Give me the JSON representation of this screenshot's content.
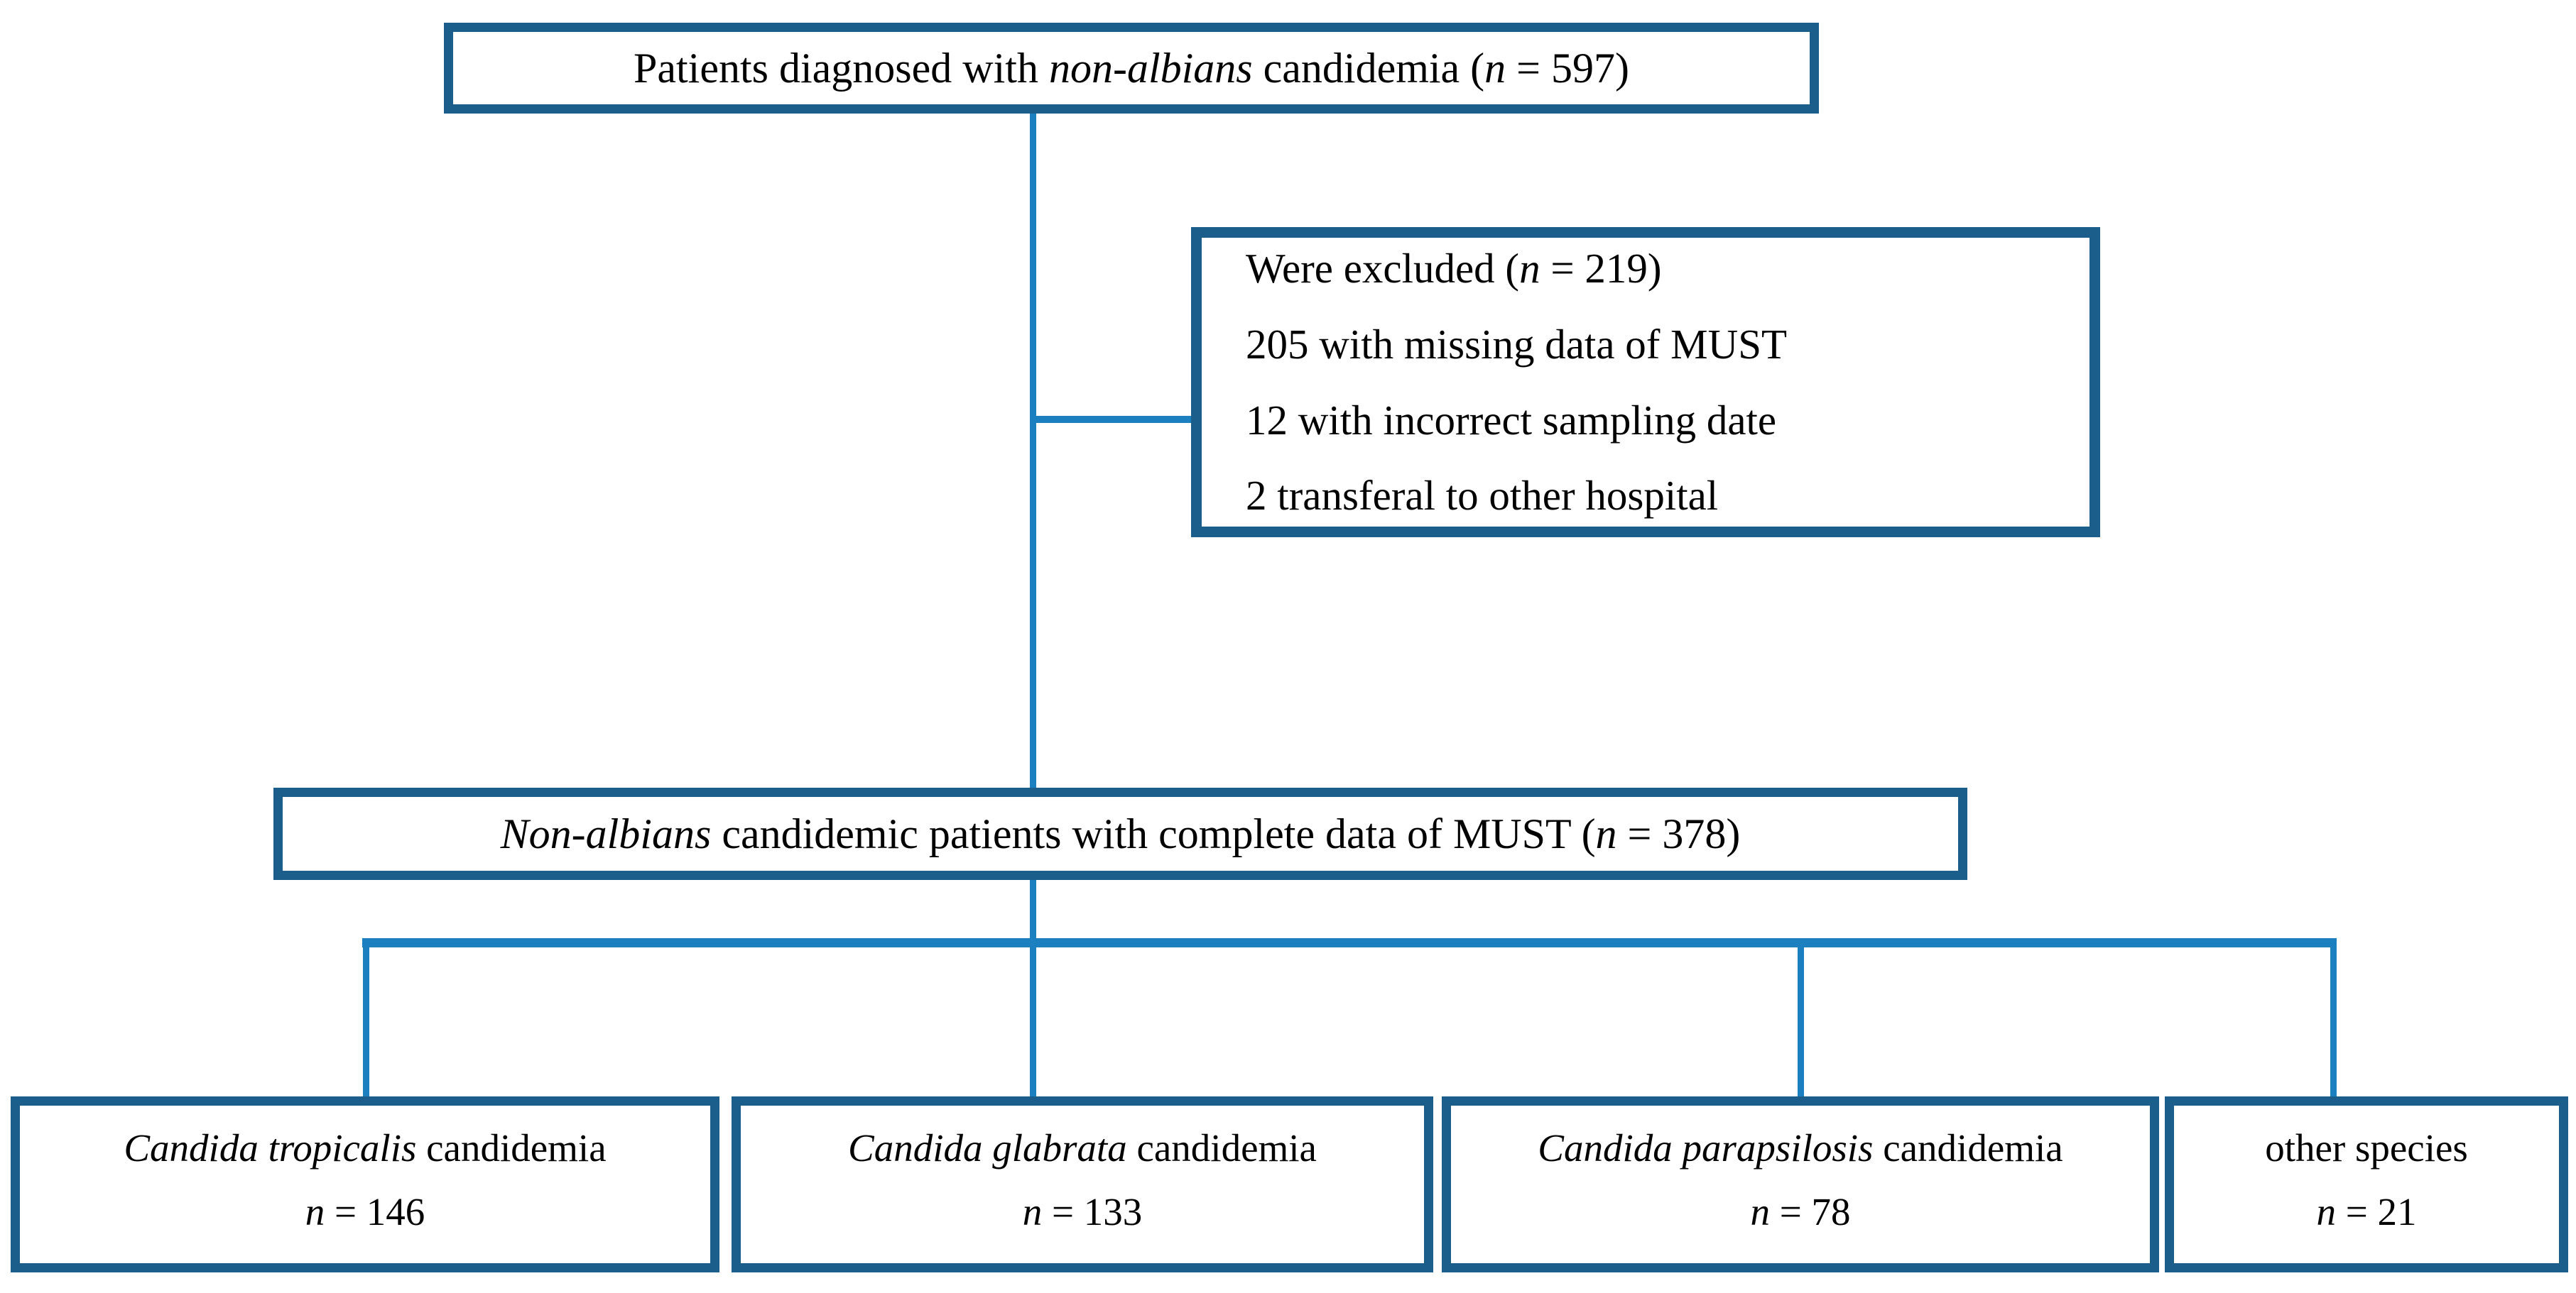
{
  "diagram": {
    "title": "Patient selection flow diagram",
    "colors": {
      "box_border": "#1B5E8C",
      "connector": "#1B7FC0",
      "background": "#FFFFFF",
      "text": "#000000"
    },
    "top_node": {
      "text_before_italic": "Patients diagnosed with ",
      "italic_text": "non-albians",
      "text_after_italic": " candidemia (",
      "n_italic": "n",
      "n_value": " = 597)"
    },
    "excluded_node": {
      "lines": [
        {
          "prefix": "Were excluded (",
          "italic": "n",
          "suffix": " = 219)"
        },
        {
          "prefix": "205 with missing data of MUST",
          "italic": "",
          "suffix": ""
        },
        {
          "prefix": "12 with incorrect sampling date",
          "italic": "",
          "suffix": ""
        },
        {
          "prefix": "2 transferal to other hospital",
          "italic": "",
          "suffix": ""
        }
      ]
    },
    "included_node": {
      "italic_text": "Non-albians",
      "text_after_italic": " candidemic patients with complete data of MUST (",
      "n_italic": "n",
      "n_value": " = 378)"
    },
    "leaf_nodes": [
      {
        "species_italic": "Candida tropicalis",
        "species_suffix": " candidemia",
        "n_italic": "n",
        "n_value": " = 146"
      },
      {
        "species_italic": "Candida glabrata",
        "species_suffix": " candidemia",
        "n_italic": "n",
        "n_value": " = 133"
      },
      {
        "species_italic": "Candida parapsilosis",
        "species_suffix": " candidemia",
        "n_italic": "n",
        "n_value": " = 78"
      },
      {
        "species_italic": "",
        "species_suffix": "other species",
        "n_italic": "n",
        "n_value": " = 21"
      }
    ]
  }
}
